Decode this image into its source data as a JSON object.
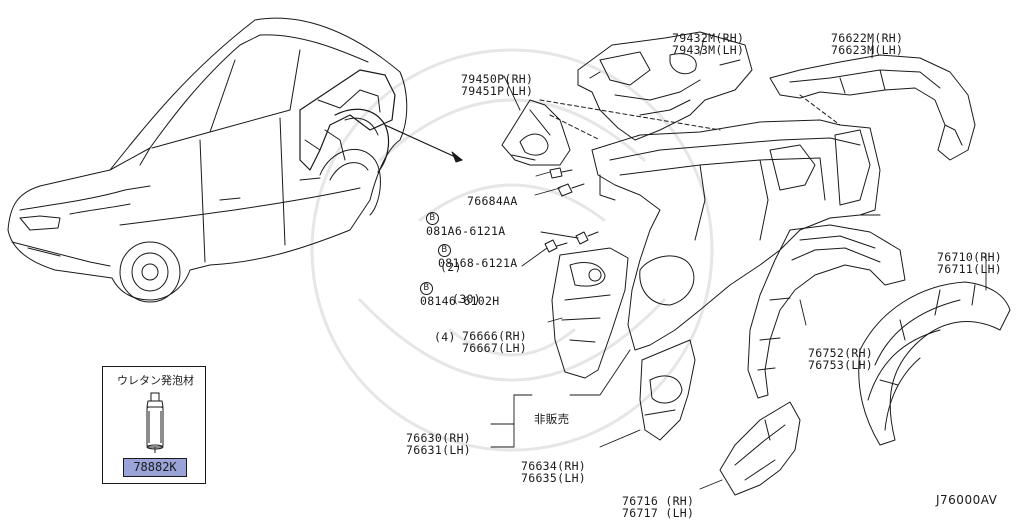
{
  "drawing_id": "J76000AV",
  "labels": {
    "p79432": [
      "79432M(RH)",
      "79433M(LH)"
    ],
    "p76622": [
      "76622M(RH)",
      "76623M(LH)"
    ],
    "p79450": [
      "79450P(RH)",
      "79451P(LH)"
    ],
    "p76684": [
      "76684AA"
    ],
    "b081a6": [
      "081A6-6121A",
      "(2)"
    ],
    "b08168": [
      "08168-6121A",
      "(30)"
    ],
    "b08146": [
      "08146-6102H",
      "(4)"
    ],
    "p76666": [
      "76666(RH)",
      "76667(LH)"
    ],
    "p76710": [
      "76710(RH)",
      "76711(LH)"
    ],
    "p76752": [
      "76752(RH)",
      "76753(LH)"
    ],
    "not_for_sale": [
      "非販売"
    ],
    "p76630": [
      "76630(RH)",
      "76631(LH)"
    ],
    "p76634": [
      "76634(RH)",
      "76635(LH)"
    ],
    "p76716": [
      "76716 (RH)",
      "76717 (LH)"
    ]
  },
  "bolt_marker": "B",
  "inset": {
    "title": "ウレタン発泡材",
    "part_number": "78882K",
    "highlight_color": "#9aa4d8"
  }
}
